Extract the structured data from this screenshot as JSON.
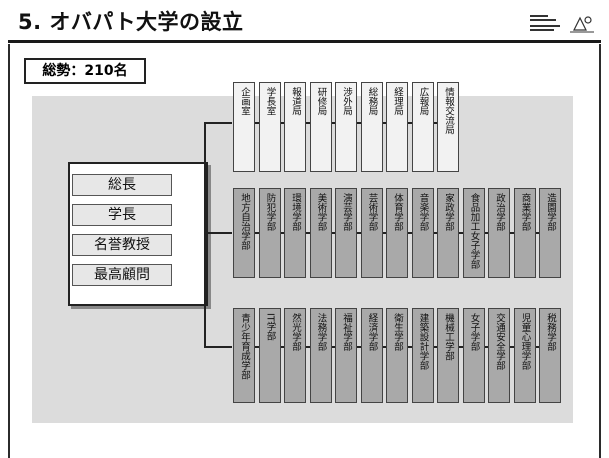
{
  "header": {
    "title": "5. オバパト大学の設立"
  },
  "total": {
    "label": "総勢：210名"
  },
  "executives": [
    "総長",
    "学長",
    "名誉教授",
    "最高顧問"
  ],
  "rows": [
    {
      "type": "light",
      "items": [
        "企画室",
        "学長室",
        "報道局",
        "研修局",
        "渉外局",
        "総務局",
        "経理局",
        "広報局",
        "情報交流局"
      ]
    },
    {
      "type": "dark",
      "items": [
        "地方自治学部",
        "防犯学部",
        "環境学部",
        "美術学部",
        "演芸学部",
        "芸術学部",
        "体育学部",
        "音楽学部",
        "家政学部",
        "食品加工女子学部",
        "政治学部",
        "商業学部",
        "造園学部"
      ]
    },
    {
      "type": "dark",
      "items": [
        "青少年育成学部",
        "IT学部",
        "然光学部",
        "法務学部",
        "福祉学部",
        "経済学部",
        "衛生学部",
        "建築設計学部",
        "機械工学部",
        "女子学部",
        "交通安全学部",
        "児童心理学部",
        "税務学部"
      ]
    }
  ]
}
